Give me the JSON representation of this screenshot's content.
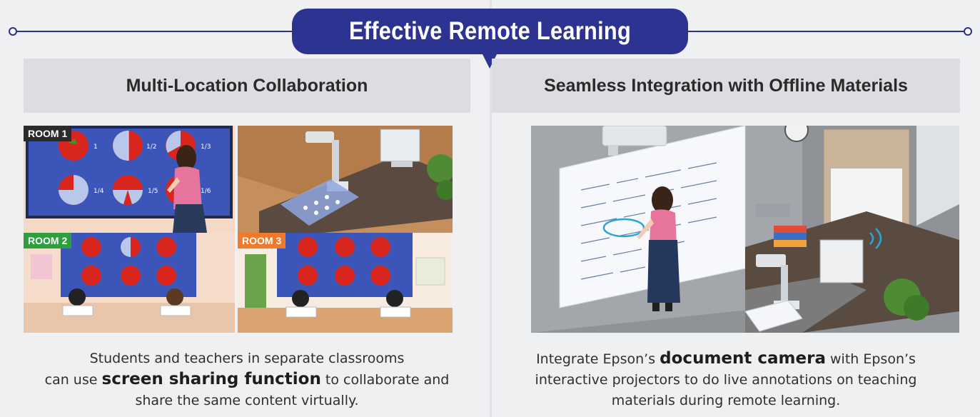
{
  "header": {
    "title": "Effective Remote Learning"
  },
  "left": {
    "subtitle": "Multi-Location Collaboration",
    "rooms": [
      "ROOM 1",
      "ROOM 2",
      "ROOM 3"
    ],
    "caption": {
      "line1": "Students and teachers in separate classrooms",
      "line2_pre": "can use",
      "line2_bold": "screen sharing function",
      "line2_post": "to collaborate and",
      "line3": "share the same content virtually."
    }
  },
  "right": {
    "subtitle": "Seamless Integration with Offline Materials",
    "caption": {
      "line1_pre": "Integrate Epson’s",
      "line1_bold": "document camera",
      "line1_post": "with Epson’s",
      "line2": "interactive projectors to do live annotations on teaching",
      "line3": "materials during remote learning."
    }
  },
  "fraction_labels": [
    "1",
    "1/2",
    "1/3",
    "1/4",
    "1/5",
    "1/6"
  ],
  "colors": {
    "brand_navy": "#2d3390",
    "room1_tag": "#2b2b2b",
    "room2_tag": "#2f9e3f",
    "room3_tag": "#f07a2a",
    "board_blue": "#3b55b8"
  }
}
